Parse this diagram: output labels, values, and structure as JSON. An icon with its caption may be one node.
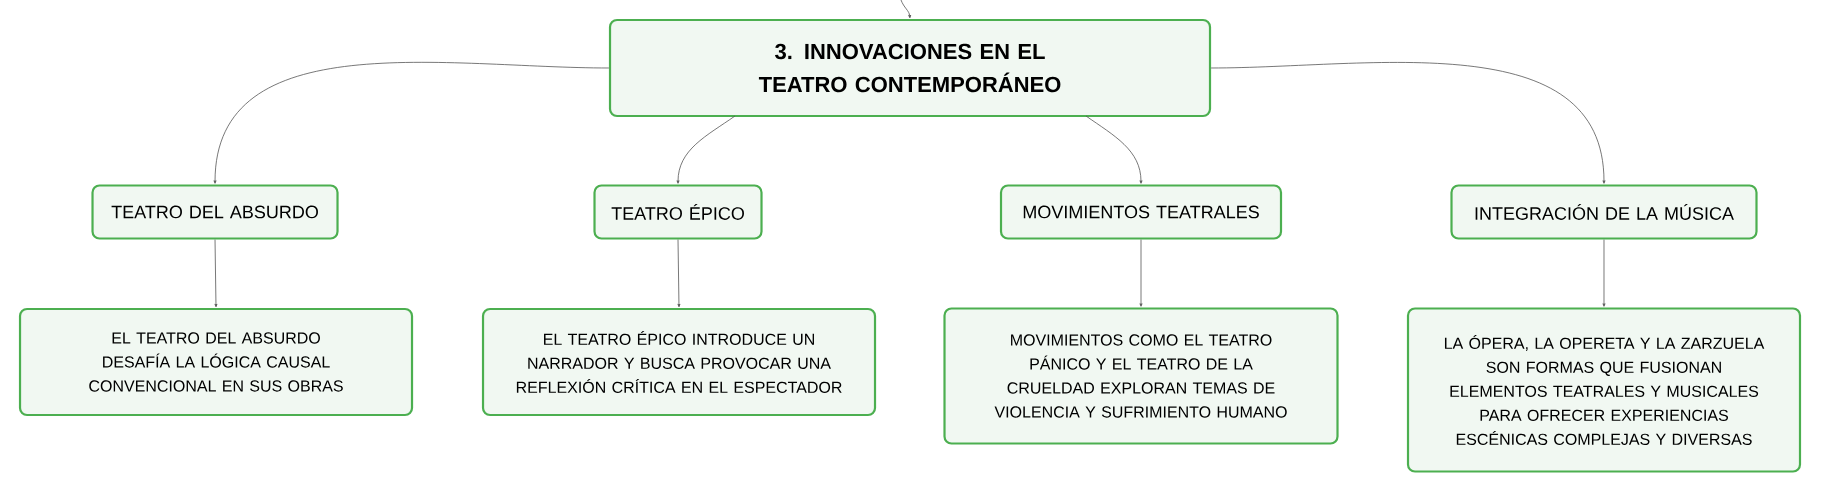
{
  "diagram": {
    "nodes": [
      {
        "text": [
          "3. INNOVACIONES EN EL TEATRO CONTEMPORÁNEO"
        ]
      },
      {
        "text": [
          "TEATRO DEL ABSURDO"
        ]
      },
      {
        "text": [
          "TEATRO ÉPICO"
        ]
      },
      {
        "text": [
          "MOVIMIENTOS TEATRALES"
        ]
      },
      {
        "text": [
          "INTEGRACIÓN DE LA MÚSICA"
        ]
      },
      {
        "text": [
          "EL TEATRO DEL ABSURDO DESAFÍA LA LÓGICA CAUSAL CONVENCIONAL EN SUS OBRAS"
        ]
      },
      {
        "text": [
          "EL TEATRO ÉPICO INTRODUCE UN NARRADOR Y BUSCA PROVOCAR UNA REFLEXIÓN CRÍTICA EN EL ESPECTADOR"
        ]
      },
      {
        "text": [
          "MOVIMIENTOS COMO EL TEATRO PÁNICO Y EL TEATRO DE LA CRUELDAD EXPLORAN TEMAS DE VIOLENCIA Y SUFRIMIENTO HUMANO"
        ]
      },
      {
        "text": [
          "LA ÓPERA, LA OPERETA Y LA ZARZUELA SON FORMAS QUE FUSIONAN ELEMENTOS TEATRALES Y MUSICALES PARA OFRECER EXPERIENCIAS ESCÉNICAS COMPLEJAS Y DIVERSAS"
        ]
      }
    ],
    "edges": [
      {
        "from": null,
        "to": 0,
        "arrow": "to"
      },
      {
        "from": 0,
        "to": 1,
        "arrow": "to"
      },
      {
        "from": 0,
        "to": 2,
        "arrow": "to"
      },
      {
        "from": 0,
        "to": 3,
        "arrow": "to"
      },
      {
        "from": 0,
        "to": 4,
        "arrow": "to"
      },
      {
        "from": 1,
        "to": 5,
        "arrow": "to"
      },
      {
        "from": 2,
        "to": 6,
        "arrow": "to"
      },
      {
        "from": 3,
        "to": 7,
        "arrow": "to"
      },
      {
        "from": 4,
        "to": 8,
        "arrow": "to"
      }
    ]
  }
}
